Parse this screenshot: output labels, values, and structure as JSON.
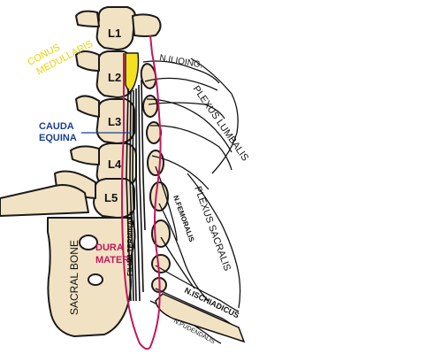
{
  "labels": {
    "conus": [
      "CONUS",
      "MEDULLARIS"
    ],
    "cauda": [
      "CAUDA",
      "EQUINA"
    ],
    "dura": [
      "DURA",
      "MATER"
    ],
    "filum": "FILUM TERMINALE",
    "sacral_bone": "SACRAL BONE",
    "n_ilioing": "N.ILIOING.",
    "plexus_lumbalis": "PLEXUS LUMBALIS",
    "n_femoralis": "N.FEMORALIS",
    "plexus_sacralis": "PLEXUS SACRALIS",
    "n_ischiadicus": "N.ISCHIADICUS",
    "n_pudendalis": "N.PUDENDALIS"
  },
  "vertebrae": [
    "L1",
    "L2",
    "L3",
    "L4",
    "L5"
  ],
  "colors": {
    "bone": "#f2e2c4",
    "outline": "#1a1a1a",
    "conus": "#f5e020",
    "conus_text": "#e8d400",
    "cauda_text": "#1b3f8f",
    "dura": "#c2185b",
    "dura_text": "#c2185b"
  }
}
